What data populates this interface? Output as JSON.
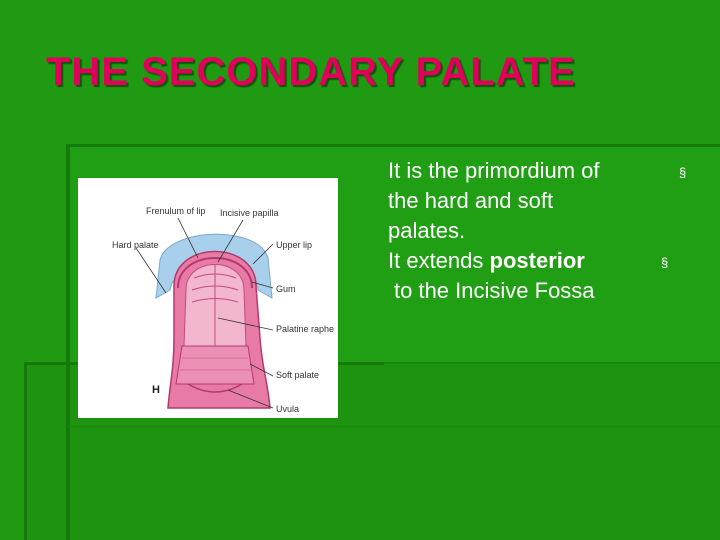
{
  "slide": {
    "title": "THE SECONDARY PALATE",
    "colors": {
      "background": "#1f9a12",
      "title": "#e0005a",
      "text": "#ffffff",
      "accent_lines": "#137a0b"
    },
    "bullet_marker": "§",
    "bullets": [
      {
        "lines": [
          "It is the primordium of",
          "the hard and soft",
          "palates."
        ]
      },
      {
        "line1_normal": "It extends ",
        "line1_bold": "posterior",
        "line2": "to the Incisive Fossa"
      }
    ],
    "figure": {
      "labels": {
        "frenulum": "Frenulum of lip",
        "incisive_papilla": "Incisive papilla",
        "hard_palate": "Hard palate",
        "upper_lip": "Upper lip",
        "gum": "Gum",
        "palatine_raphe": "Palatine raphe",
        "soft_palate": "Soft palate",
        "uvula": "Uvula",
        "panel_letter": "H"
      },
      "colors": {
        "lip": "#a8d0ec",
        "palate": "#e87aa6",
        "palate_light": "#f3b6cf",
        "outline": "#b23a6c"
      }
    }
  }
}
